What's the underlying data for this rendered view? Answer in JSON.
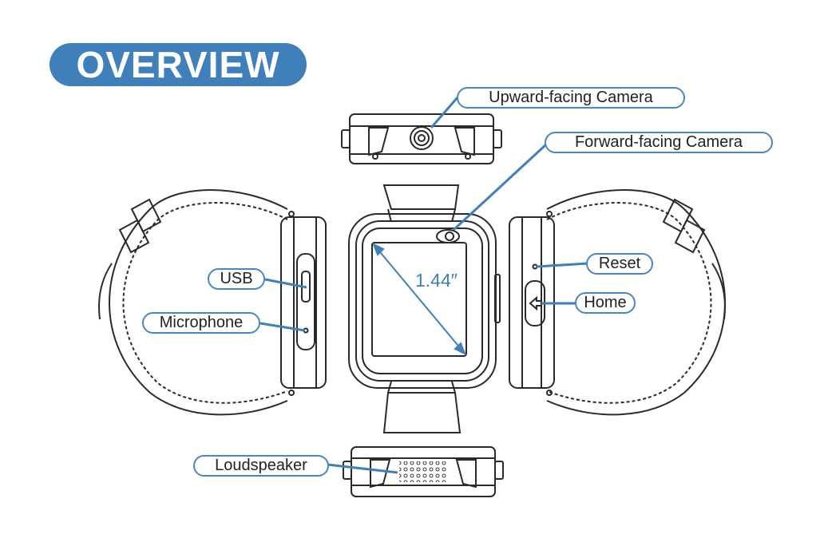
{
  "title": "OVERVIEW",
  "screen_size": "1.44″",
  "callouts": {
    "upward_camera": "Upward-facing Camera",
    "forward_camera": "Forward-facing Camera",
    "usb": "USB",
    "microphone": "Microphone",
    "reset": "Reset",
    "home": "Home",
    "loudspeaker": "Loudspeaker"
  },
  "colors": {
    "accent": "#3f7fba",
    "line": "#2a2a2a"
  }
}
